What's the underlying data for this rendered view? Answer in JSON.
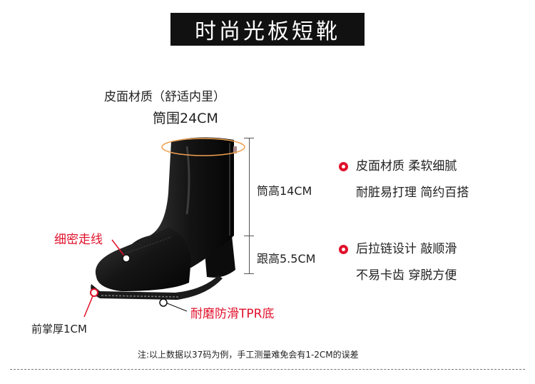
{
  "title": "时尚光板短靴",
  "material_note": "皮面材质（舒适内里）",
  "circumference": "筒围24CM",
  "shaft_height": "筒高14CM",
  "heel_height": "跟高5.5CM",
  "stitch_label": "细密走线",
  "sole_label": "耐磨防滑TPR底",
  "forefoot_label": "前掌厚1CM",
  "features": [
    {
      "line1": "皮面材质 柔软细腻",
      "line2": "耐脏易打理 简约百搭"
    },
    {
      "line1": "后拉链设计 敲顺滑",
      "line2": "不易卡齿 穿脱方便"
    }
  ],
  "footnote": "注:以上数据以37码为例，手工测量难免会有1-2CM的误差",
  "colors": {
    "accent": "#e0102a",
    "title_bg": "#111111",
    "ellipse": "#f0a050"
  }
}
